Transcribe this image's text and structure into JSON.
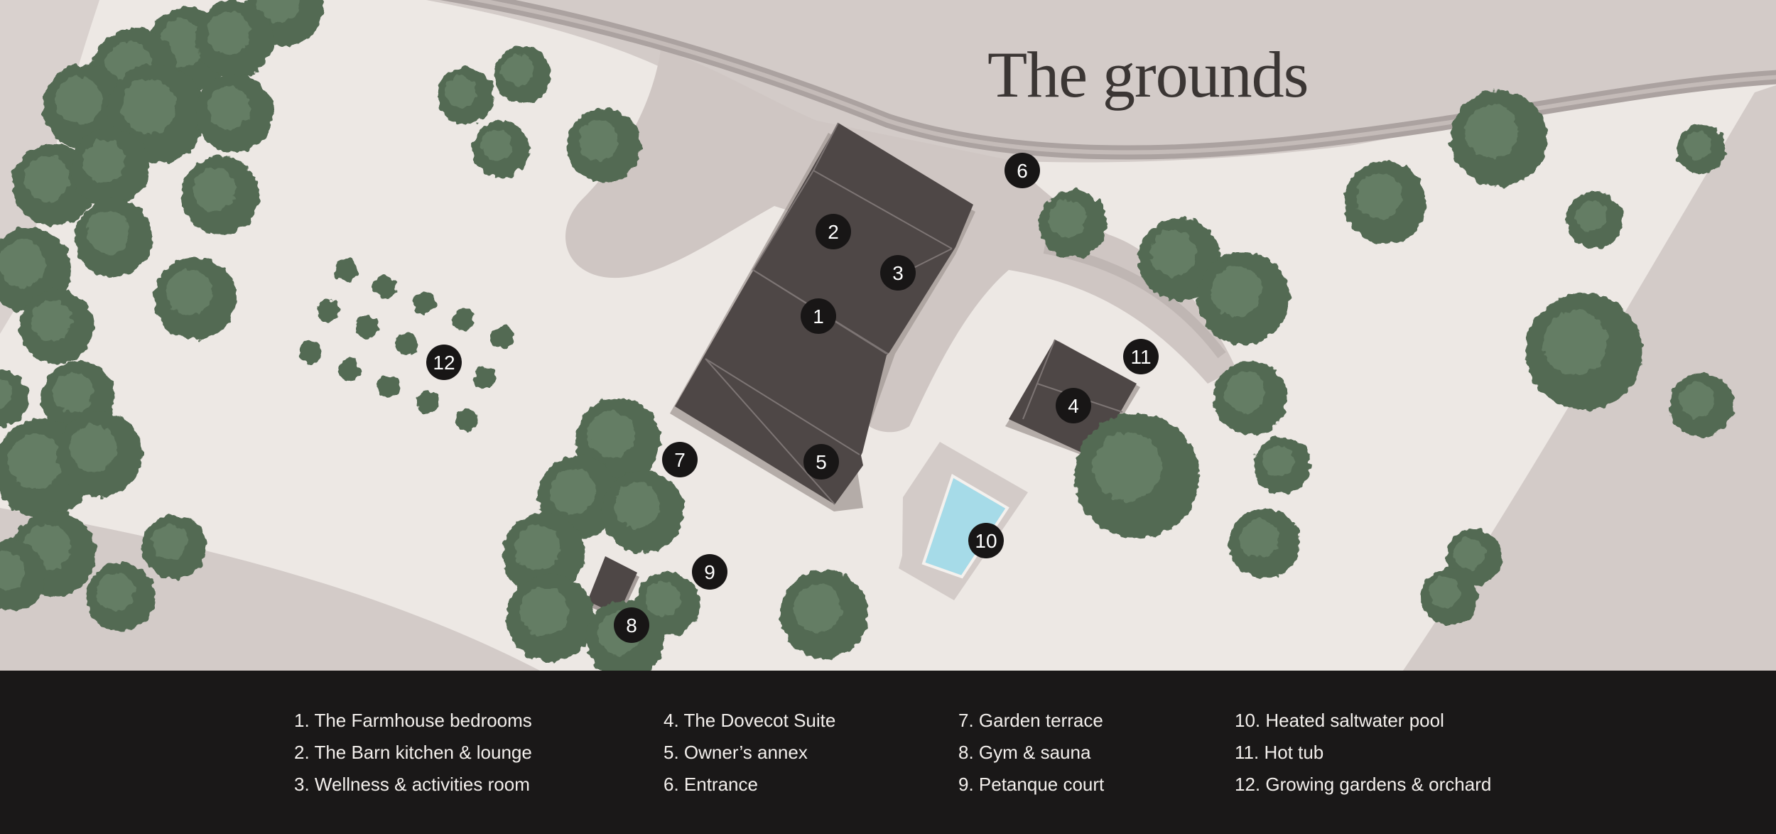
{
  "title": "The grounds",
  "colors": {
    "ground": "#ede8e4",
    "paving": "#cfc6c3",
    "road": "#aba2a0",
    "roof": "#4e4746",
    "roof_shadow": "#a59c99",
    "tree_dark": "#536a52",
    "tree_light": "#708a6f",
    "pool": "#a6dbe8",
    "marker": "#181616",
    "marker_text": "#ffffff",
    "legend_bg": "#1a1818",
    "legend_text": "#f3efec",
    "title": "#3b3634"
  },
  "markers": [
    {
      "label": "1",
      "name": "The Farmhouse bedrooms"
    },
    {
      "label": "2",
      "name": "The Barn kitchen & lounge"
    },
    {
      "label": "3",
      "name": "Wellness & activities room"
    },
    {
      "label": "4",
      "name": "The Dovecot Suite"
    },
    {
      "label": "5",
      "name": "Owner's annex"
    },
    {
      "label": "6",
      "name": "Entrance"
    },
    {
      "label": "7",
      "name": "Garden terrace"
    },
    {
      "label": "8",
      "name": "Gym & sauna"
    },
    {
      "label": "9",
      "name": "Petanque court"
    },
    {
      "label": "10",
      "name": "Heated saltwater pool"
    },
    {
      "label": "11",
      "name": "Hot tub"
    },
    {
      "label": "12",
      "name": "Growing gardens & orchard"
    }
  ],
  "legend": {
    "columns": [
      [
        "1. The Farmhouse bedrooms",
        "2. The Barn kitchen & lounge",
        "3. Wellness & activities room"
      ],
      [
        "4. The Dovecot Suite",
        "5. Owner’s annex",
        "6. Entrance"
      ],
      [
        "7. Garden terrace",
        "8. Gym & sauna",
        "9. Petanque court"
      ],
      [
        "10. Heated saltwater pool",
        "11. Hot tub",
        "12. Growing gardens & orchard"
      ]
    ]
  }
}
